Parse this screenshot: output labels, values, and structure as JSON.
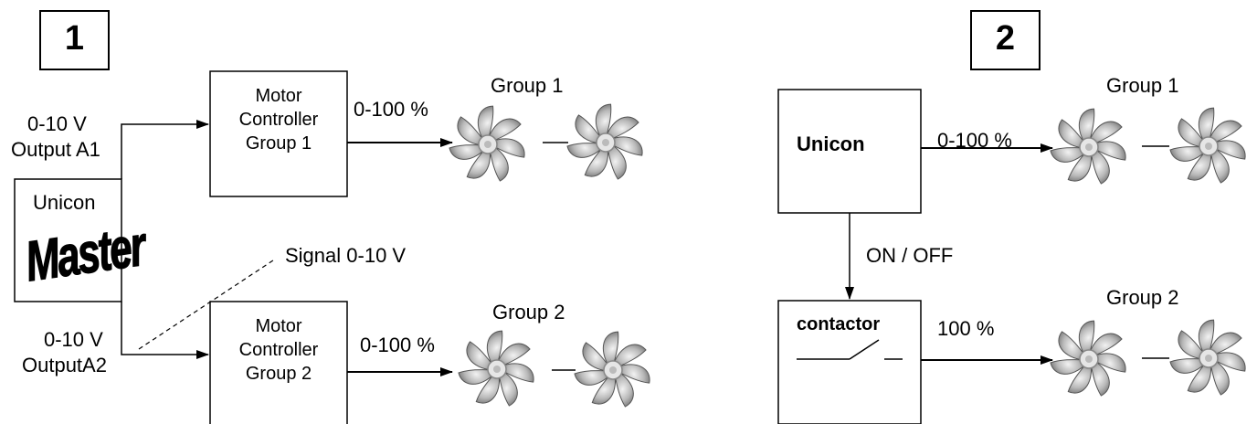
{
  "panel1": {
    "number": "1",
    "master": {
      "title": "Unicon",
      "logo_text": "Master"
    },
    "output_a1": {
      "line1": "0-10 V",
      "line2": "Output A1"
    },
    "output_a2": {
      "line1": "0-10 V",
      "line2": "OutputA2"
    },
    "signal_label": "Signal 0-10 V",
    "controller1": {
      "line1": "Motor",
      "line2": "Controller",
      "line3": "Group 1"
    },
    "controller2": {
      "line1": "Motor",
      "line2": "Controller",
      "line3": "Group 2"
    },
    "out1_label": "0-100 %",
    "out2_label": "0-100 %",
    "group1_label": "Group 1",
    "group2_label": "Group 2",
    "fan_icon": "fan-icon"
  },
  "panel2": {
    "number": "2",
    "unicon_label": "Unicon",
    "contactor_label": "contactor",
    "onoff_label": "ON / OFF",
    "out1_label": "0-100 %",
    "out2_label": "100 %",
    "group1_label": "Group 1",
    "group2_label": "Group 2"
  }
}
